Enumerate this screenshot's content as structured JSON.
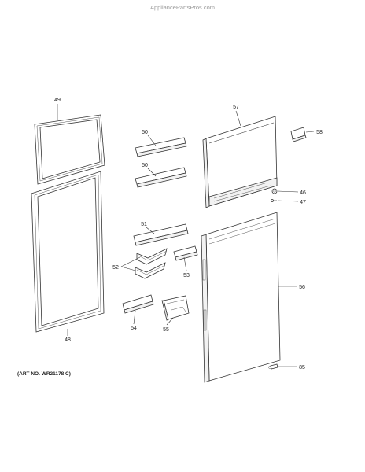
{
  "watermark": "AppliancePartsPros.com",
  "art_no": "(ART NO. WR21178 C)",
  "callouts": {
    "p49": "49",
    "p48": "48",
    "p50a": "50",
    "p50b": "50",
    "p51": "51",
    "p52": "52",
    "p53": "53",
    "p54": "54",
    "p55": "55",
    "p57": "57",
    "p58": "58",
    "p46": "46",
    "p47": "47",
    "p56": "56",
    "p85": "85"
  }
}
